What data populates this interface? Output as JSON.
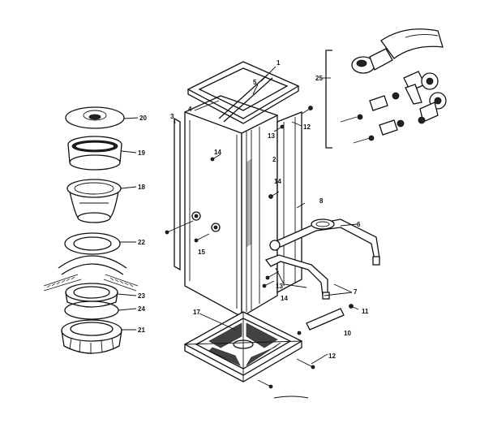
{
  "callouts": {
    "c1": "1",
    "c3": "3",
    "c4": "4",
    "c5": "5",
    "c6": "6",
    "c7": "7",
    "c8": "8",
    "c10": "10",
    "c11": "11",
    "c12a": "12",
    "c12b": "12",
    "c13a": "13",
    "c13b": "13",
    "c14a": "14",
    "c14b": "14",
    "c14c": "14",
    "c15": "15",
    "c17": "17",
    "c18": "18",
    "c19": "19",
    "c20": "20",
    "c21": "21",
    "c22": "22",
    "c23": "23",
    "c24": "24",
    "c25": "25",
    "c2": "2"
  }
}
